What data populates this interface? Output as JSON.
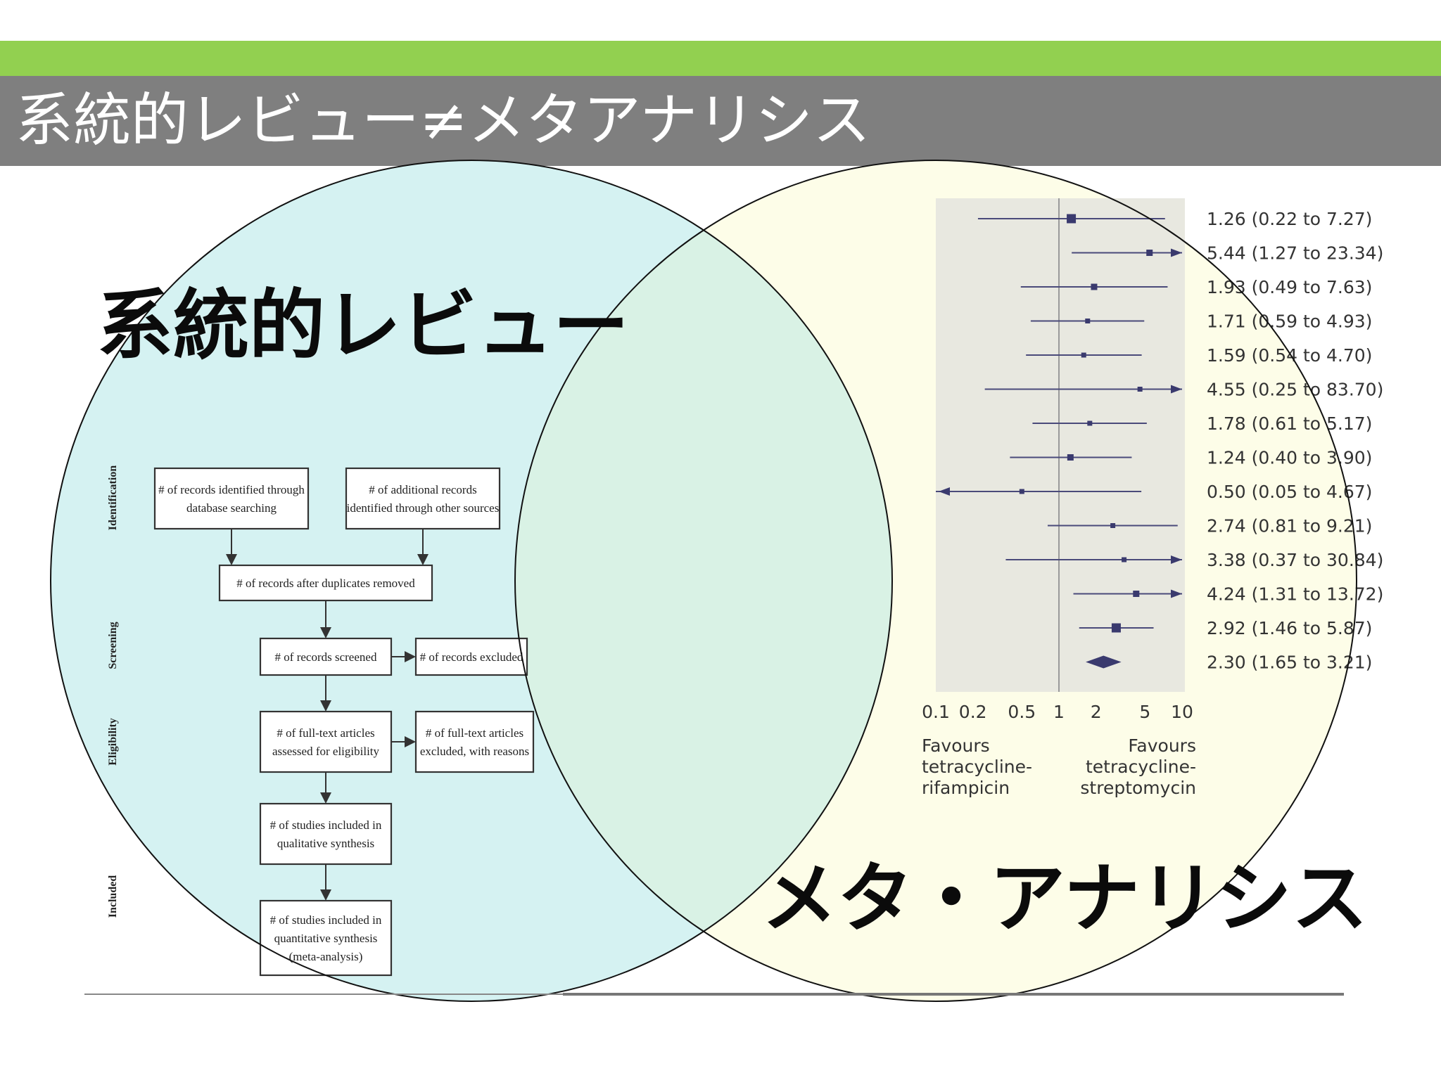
{
  "slide": {
    "title": "系統的レビュー≠メタアナリシス"
  },
  "venn": {
    "left_label": "系統的レビュー",
    "right_label": "メタ・アナリシス",
    "left_color": "#d5f2f2",
    "right_color": "#fdfde8",
    "overlap_color": "#d9f2e5"
  },
  "flowchart": {
    "phases": [
      "Identification",
      "Screening",
      "Eligibility",
      "Included"
    ],
    "boxes": {
      "db_search": [
        "# of records identified through",
        "database searching"
      ],
      "other_sources": [
        "# of additional records",
        "identified through other sources"
      ],
      "dedup": [
        "# of records after duplicates removed"
      ],
      "screened": [
        "# of records screened"
      ],
      "excluded": [
        "# of records excluded"
      ],
      "fulltext": [
        "# of full-text articles",
        "assessed for eligibility"
      ],
      "fulltext_excluded": [
        "# of full-text articles",
        "excluded, with reasons"
      ],
      "qualitative": [
        "# of studies included in",
        "qualitative synthesis"
      ],
      "quantitative": [
        "# of studies included in",
        "quantitative synthesis",
        "(meta-analysis)"
      ]
    }
  },
  "chart_data": {
    "type": "forest",
    "scale": "log",
    "xlim": [
      0.1,
      10
    ],
    "xticks": [
      "0.1",
      "0.2",
      "0.5",
      "1",
      "2",
      "5",
      "10"
    ],
    "null_value": 1,
    "studies": [
      {
        "est": 1.26,
        "lo": 0.22,
        "hi": 7.27,
        "label": "1.26 (0.22 to 7.27)",
        "marker": "square-large"
      },
      {
        "est": 5.44,
        "lo": 1.27,
        "hi": 23.34,
        "label": "5.44 (1.27 to 23.34)",
        "marker": "square"
      },
      {
        "est": 1.93,
        "lo": 0.49,
        "hi": 7.63,
        "label": "1.93 (0.49 to 7.63)",
        "marker": "square"
      },
      {
        "est": 1.71,
        "lo": 0.59,
        "hi": 4.93,
        "label": "1.71 (0.59 to 4.93)",
        "marker": "square-small"
      },
      {
        "est": 1.59,
        "lo": 0.54,
        "hi": 4.7,
        "label": "1.59 (0.54 to 4.70)",
        "marker": "square-small"
      },
      {
        "est": 4.55,
        "lo": 0.25,
        "hi": 83.7,
        "label": "4.55 (0.25 to 83.70)",
        "marker": "square-small"
      },
      {
        "est": 1.78,
        "lo": 0.61,
        "hi": 5.17,
        "label": "1.78 (0.61 to 5.17)",
        "marker": "square-small"
      },
      {
        "est": 1.24,
        "lo": 0.4,
        "hi": 3.9,
        "label": "1.24 (0.40 to 3.90)",
        "marker": "square"
      },
      {
        "est": 0.5,
        "lo": 0.05,
        "hi": 4.67,
        "label": "0.50 (0.05 to 4.67)",
        "marker": "square-small"
      },
      {
        "est": 2.74,
        "lo": 0.81,
        "hi": 9.21,
        "label": "2.74 (0.81 to 9.21)",
        "marker": "square-small"
      },
      {
        "est": 3.38,
        "lo": 0.37,
        "hi": 30.84,
        "label": "3.38 (0.37 to 30.84)",
        "marker": "square-small"
      },
      {
        "est": 4.24,
        "lo": 1.31,
        "hi": 13.72,
        "label": "4.24 (1.31 to 13.72)",
        "marker": "square"
      },
      {
        "est": 2.92,
        "lo": 1.46,
        "hi": 5.87,
        "label": "2.92 (1.46 to 5.87)",
        "marker": "square-large"
      }
    ],
    "pooled": {
      "est": 2.3,
      "lo": 1.65,
      "hi": 3.21,
      "label": "2.30 (1.65 to 3.21)"
    },
    "favours_left": [
      "Favours",
      "tetracycline-",
      "rifampicin"
    ],
    "favours_right": [
      "Favours",
      "tetracycline-",
      "streptomycin"
    ]
  }
}
